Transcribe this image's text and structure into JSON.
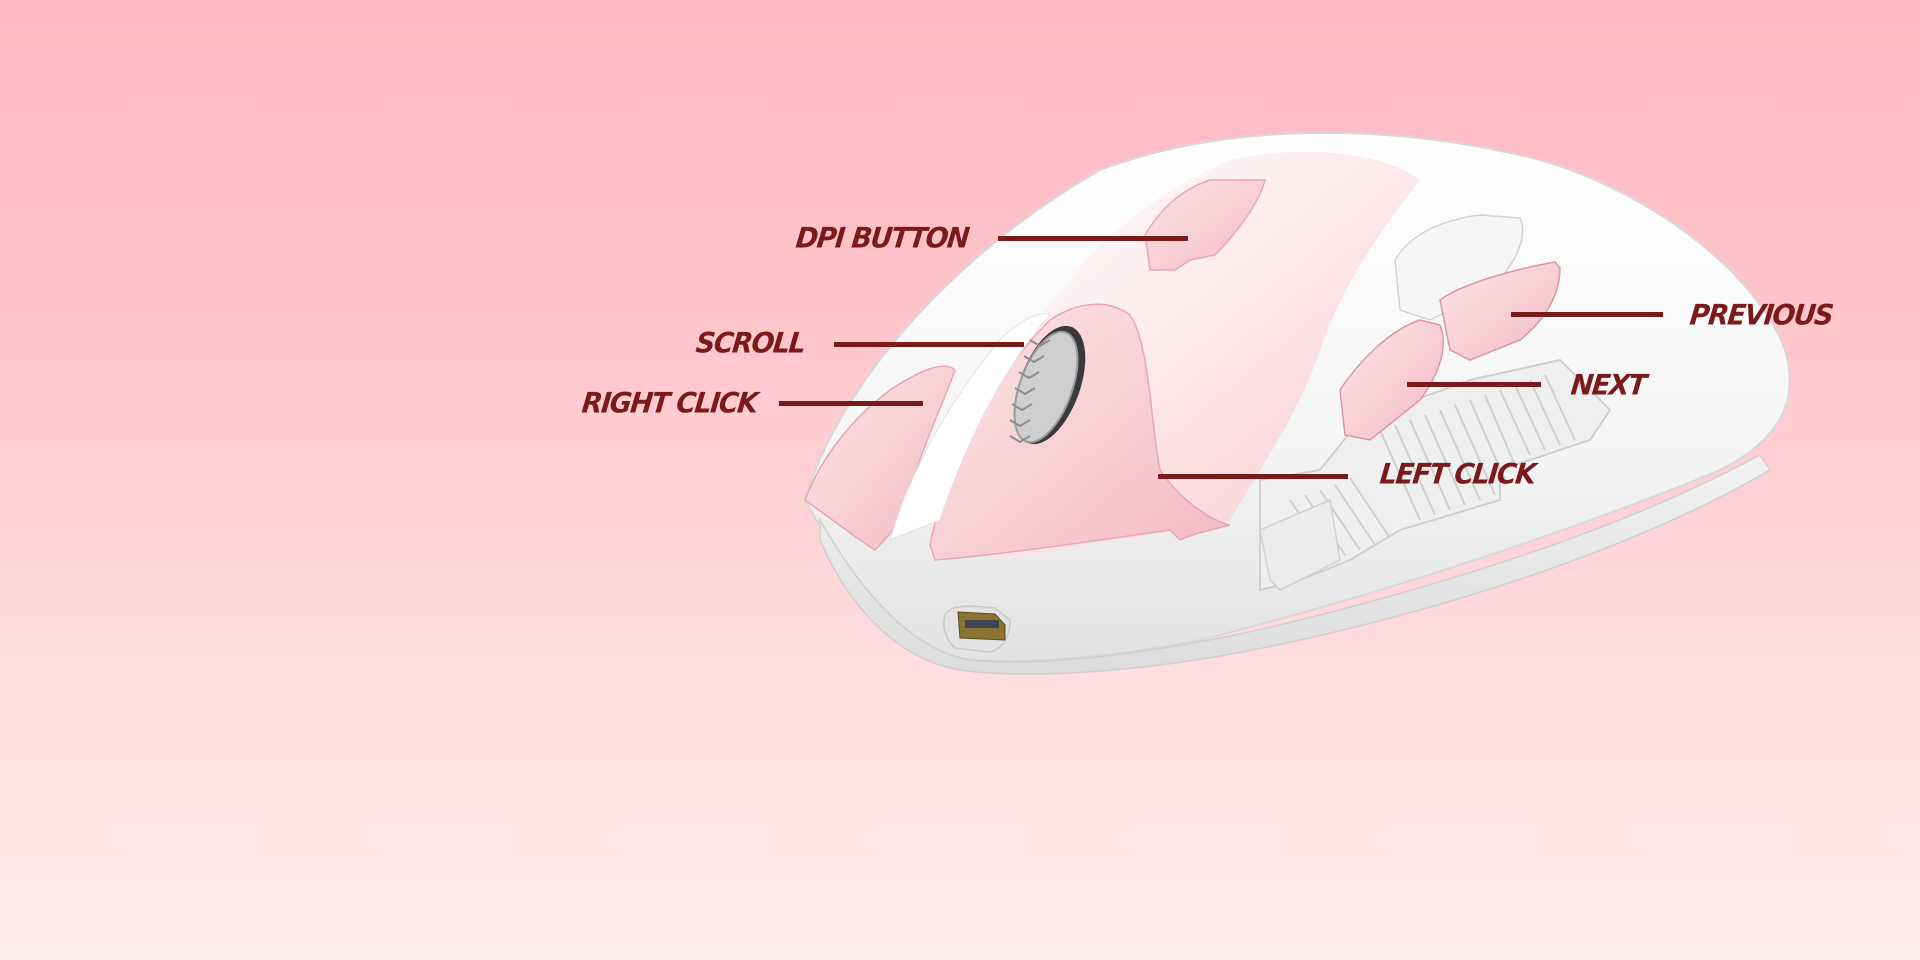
{
  "image": {
    "subject": "white and pink wireless gaming mouse",
    "background_gradient": [
      "#ffb8c1",
      "#ffeced"
    ],
    "label_color": "#7a1a1a",
    "accent_pink": "#f7c6cd",
    "body_white": "#f4f4f4"
  },
  "callouts": [
    {
      "id": "dpi",
      "label": "DPI BUTTON"
    },
    {
      "id": "scroll",
      "label": "SCROLL"
    },
    {
      "id": "right_click",
      "label": "RIGHT CLICK"
    },
    {
      "id": "previous",
      "label": "PREVIOUS"
    },
    {
      "id": "next",
      "label": "NEXT"
    },
    {
      "id": "left_click",
      "label": "LEFT CLICK"
    }
  ]
}
